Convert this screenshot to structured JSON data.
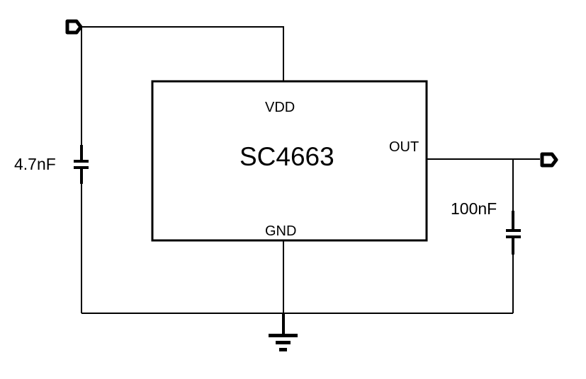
{
  "chip": {
    "name": "SC4663",
    "pins": {
      "vdd": "VDD",
      "out": "OUT",
      "gnd": "GND"
    }
  },
  "capacitors": [
    {
      "value": "4.7nF"
    },
    {
      "value": "100nF"
    }
  ]
}
